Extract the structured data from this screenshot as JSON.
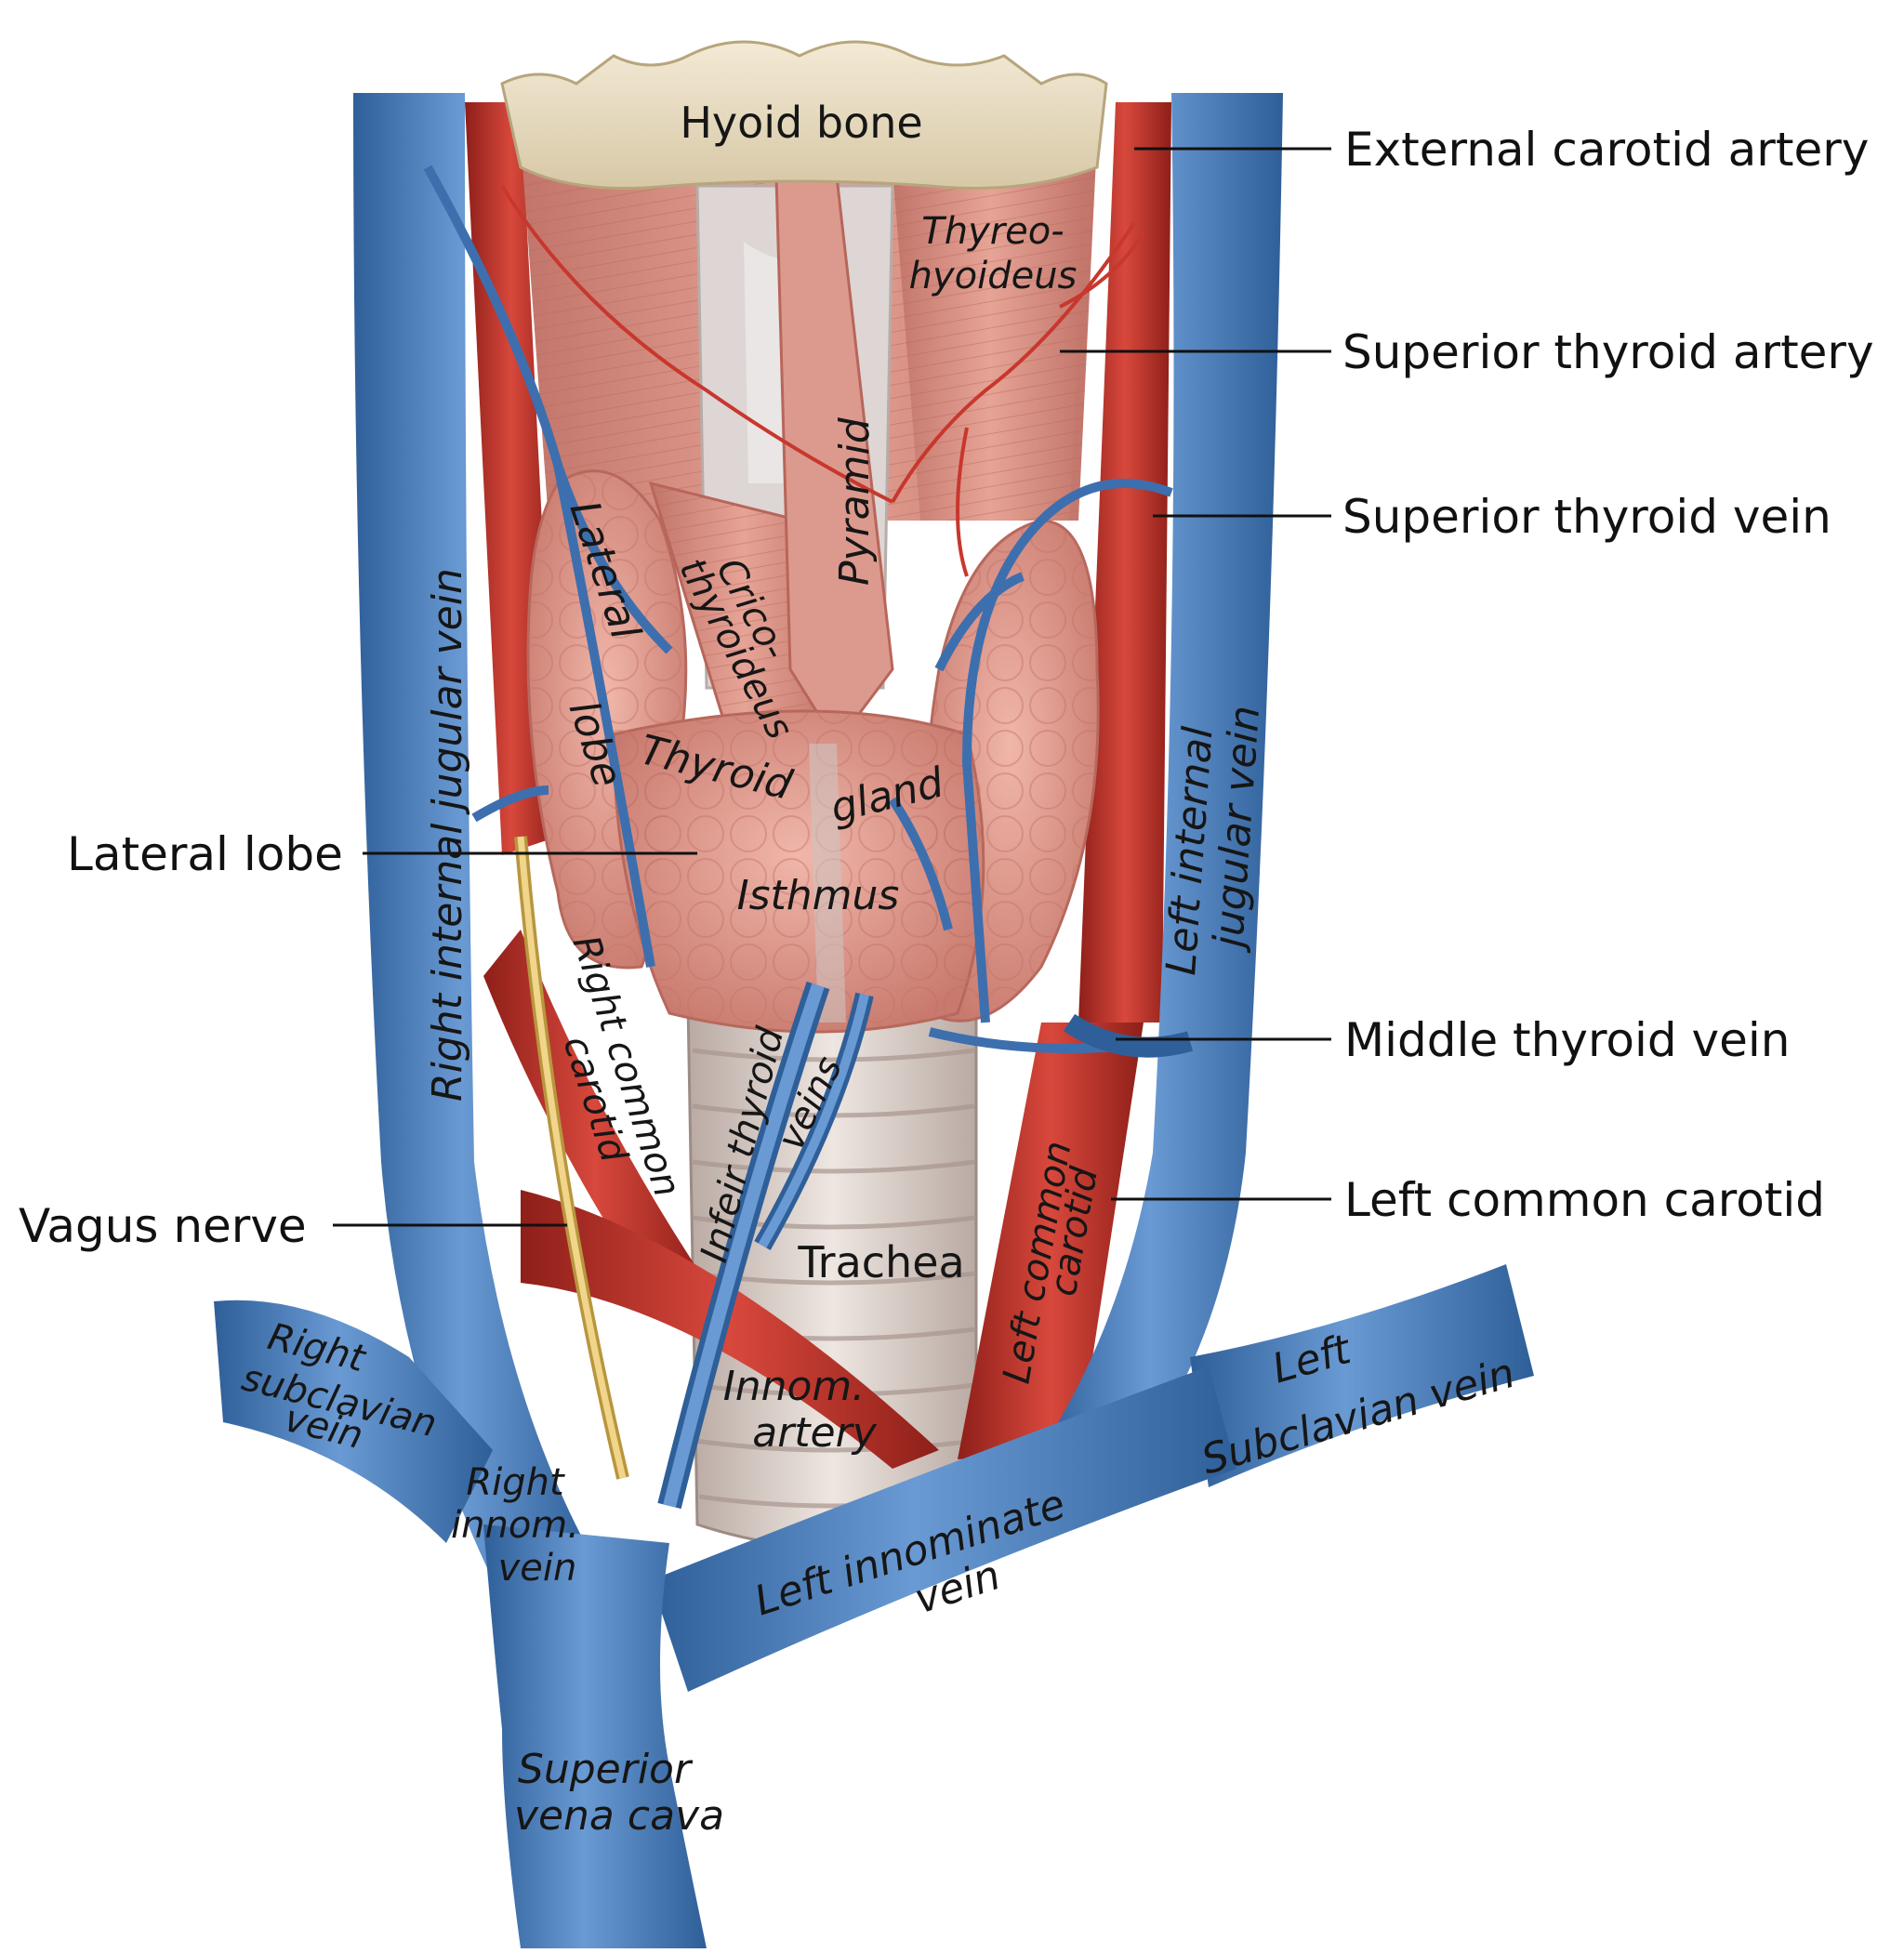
{
  "colors": {
    "vein": "#4a7fbf",
    "vein_dark": "#2f5f99",
    "vein_light": "#7eaede",
    "artery": "#c8372d",
    "artery_dark": "#8e1f19",
    "muscle": "#d98b7e",
    "muscle_dark": "#b8665a",
    "thyroid": "#e1998e",
    "thyroid_dark": "#c47468",
    "bone": "#ece1c8",
    "trachea": "#dcd1ca",
    "nerve": "#e3c26a"
  },
  "callouts": {
    "external_carotid_artery": "External carotid artery",
    "superior_thyroid_artery": "Superior thyroid artery",
    "superior_thyroid_vein": "Superior thyroid vein",
    "middle_thyroid_vein": "Middle thyroid vein",
    "left_common_carotid": "Left common carotid",
    "lateral_lobe": "Lateral lobe",
    "vagus_nerve": "Vagus nerve"
  },
  "labels": {
    "hyoid_bone": "Hyoid bone",
    "thyreo_1": "Thyreo-",
    "thyreo_2": "hyoideus",
    "crico_1": "Crico-",
    "crico_2": "thyroideus",
    "pyramid": "Pyramid",
    "lateral": "Lateral",
    "lobe": "lobe",
    "thyroid": "Thyroid",
    "gland": "gland",
    "isthmus": "Isthmus",
    "right_internal_jugular_vein": "Right internal jugular vein",
    "left_internal_1": "Left internal",
    "left_internal_2": "jugular vein",
    "right_common_1": "Right common",
    "right_common_2": "carotid",
    "infeir_thyroid": "Infeir thyroid",
    "veins": "veins",
    "trachea": "Trachea",
    "left_common_1": "Left common",
    "left_common_2": "carotid",
    "right_subclavian_1": "Right",
    "right_subclavian_2": "subclavian",
    "right_subclavian_3": "vein",
    "right_innom_1": "Right",
    "right_innom_2": "innom.",
    "right_innom_3": "vein",
    "innom_artery_1": "Innom.",
    "innom_artery_2": "artery",
    "left_subclavian_1": "Left",
    "left_subclavian_2": "Subclavian vein",
    "left_innominate_1": "Left innominate",
    "left_innominate_2": "vein",
    "svc_1": "Superior",
    "svc_2": "vena cava"
  }
}
